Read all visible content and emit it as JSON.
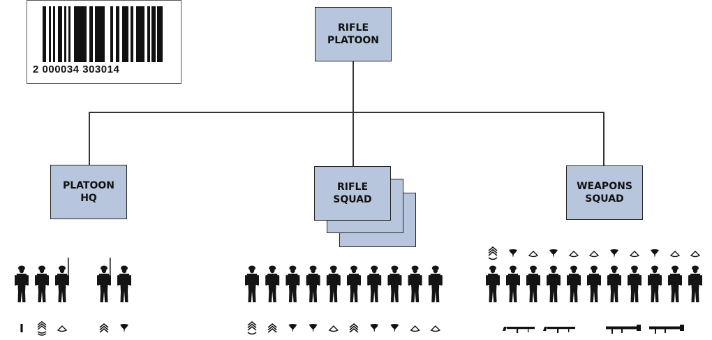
{
  "barcode": {
    "number": "2 000034 303014"
  },
  "org_chart": {
    "root": {
      "label": "RIFLE\nPLATOON"
    },
    "units": [
      {
        "label": "PLATOON\nHQ"
      },
      {
        "label": "RIFLE\nSQUAD"
      },
      {
        "label": "WEAPONS\nSQUAD"
      }
    ]
  },
  "personnel": {
    "platoon_hq": {
      "soldiers": 5,
      "insignia": [
        "second-lieutenant-bar-icon",
        "platoon-sergeant-chevrons-icon",
        "private-first-class-icon",
        "sergeant-chevrons-icon",
        "specialist-icon"
      ]
    },
    "rifle_squad": {
      "soldiers": 10,
      "insignia": [
        "staff-sergeant-chevrons-icon",
        "sergeant-chevrons-icon",
        "specialist-icon",
        "specialist-icon",
        "private-first-class-icon",
        "sergeant-chevrons-icon",
        "specialist-icon",
        "specialist-icon",
        "private-first-class-icon",
        "private-first-class-icon"
      ]
    },
    "weapons_squad": {
      "soldiers": 11,
      "insignia": [
        "staff-sergeant-chevrons-icon",
        "specialist-icon",
        "private-first-class-icon",
        "specialist-icon",
        "private-first-class-icon",
        "private-first-class-icon",
        "specialist-icon",
        "private-first-class-icon",
        "specialist-icon",
        "private-first-class-icon",
        "private-first-class-icon"
      ],
      "weapons": [
        "machine-gun-icon",
        "machine-gun-icon",
        "recoilless-rifle-icon",
        "recoilless-rifle-icon"
      ]
    }
  }
}
